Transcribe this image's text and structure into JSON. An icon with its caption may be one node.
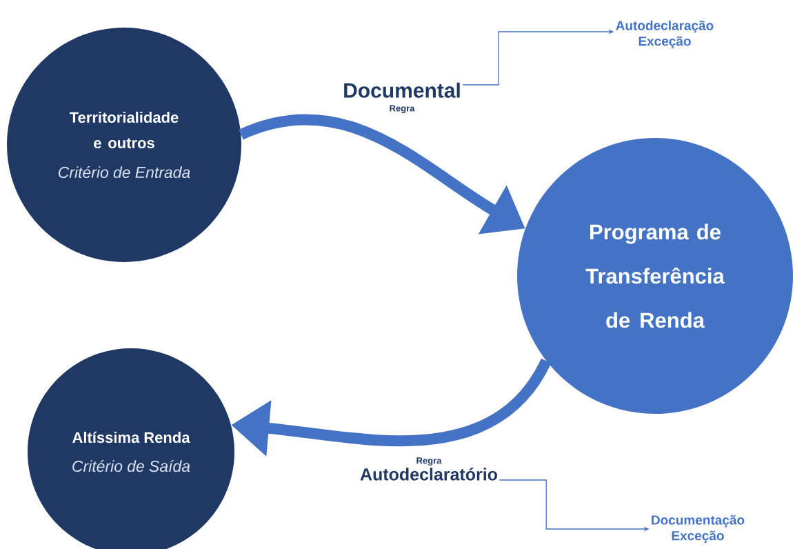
{
  "diagram": {
    "nodes": [
      {
        "text": [
          "Territorialidade e outros",
          "Critério de Entrada"
        ]
      },
      {
        "text": [
          "Programa de Transferência de Renda"
        ]
      },
      {
        "text": [
          "Altíssima Renda",
          "Critério de Saída"
        ]
      },
      {
        "text": [
          "Documental",
          "Regra"
        ]
      },
      {
        "text": [
          "Autodeclaração",
          "Exceção"
        ]
      },
      {
        "text": [
          "Regra",
          "Autodeclaratório"
        ]
      },
      {
        "text": [
          "Documentação",
          "Exceção"
        ]
      }
    ],
    "edges": [
      {
        "from": 0,
        "to": 1,
        "arrow": "to",
        "style": "thick"
      },
      {
        "from": 1,
        "to": 2,
        "arrow": "to",
        "style": "thick"
      },
      {
        "from": 3,
        "to": 4,
        "arrow": "to"
      },
      {
        "from": 5,
        "to": 6,
        "arrow": "to"
      }
    ]
  }
}
